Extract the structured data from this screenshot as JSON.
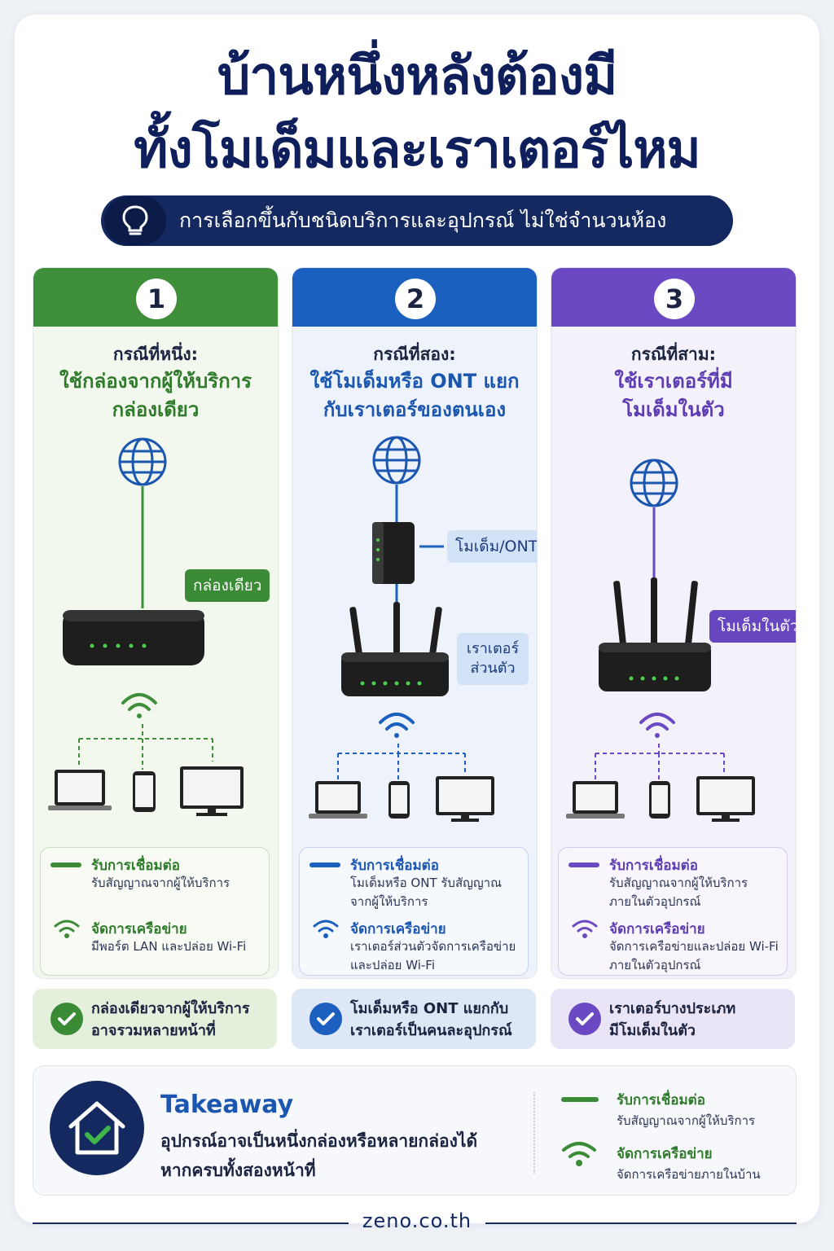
{
  "title": {
    "line1": "บ้านหนึ่งหลังต้องมี",
    "line2": "ทั้งโมเด็มและเราเตอร์ไหม"
  },
  "banner": {
    "icon": "lightbulb-icon",
    "text": "การเลือกขึ้นกับชนิดบริการและอุปกรณ์ ไม่ใช่จำนวนห้อง"
  },
  "colors": {
    "navy": "#14295f",
    "green": "#3f8f3a",
    "blue": "#1b5fbf",
    "purple": "#6b49c2"
  },
  "columns": [
    {
      "number": "1",
      "case": "กรณีที่หนึ่ง:",
      "subtitle_line1": "ใช้กล่องจากผู้ให้บริการ",
      "subtitle_line2": "กล่องเดียว",
      "tag": "กล่องเดียว",
      "info": {
        "connect_title": "รับการเชื่อมต่อ",
        "connect_text_1": "รับสัญญาณจากผู้ให้บริการ",
        "connect_text_2": "",
        "network_title": "จัดการเครือข่าย",
        "network_text_1": "มีพอร์ต LAN และปล่อย Wi-Fi",
        "network_text_2": ""
      },
      "note_line1": "กล่องเดียวจากผู้ให้บริการ",
      "note_line2": "อาจรวมหลายหน้าที่"
    },
    {
      "number": "2",
      "case": "กรณีที่สอง:",
      "subtitle_line1": "ใช้โมเด็มหรือ ONT แยก",
      "subtitle_line2": "กับเราเตอร์ของตนเอง",
      "tag_modem": "โมเด็ม/ONT",
      "tag_router_1": "เราเตอร์",
      "tag_router_2": "ส่วนตัว",
      "info": {
        "connect_title": "รับการเชื่อมต่อ",
        "connect_text_1": "โมเด็มหรือ ONT รับสัญญาณ",
        "connect_text_2": "จากผู้ให้บริการ",
        "network_title": "จัดการเครือข่าย",
        "network_text_1": "เราเตอร์ส่วนตัวจัดการเครือข่าย",
        "network_text_2": "และปล่อย Wi-Fi"
      },
      "note_line1": "โมเด็มหรือ ONT แยกกับ",
      "note_line2": "เราเตอร์เป็นคนละอุปกรณ์"
    },
    {
      "number": "3",
      "case": "กรณีที่สาม:",
      "subtitle_line1": "ใช้เราเตอร์ที่มี",
      "subtitle_line2": "โมเด็มในตัว",
      "tag": "โมเด็มในตัว",
      "info": {
        "connect_title": "รับการเชื่อมต่อ",
        "connect_text_1": "รับสัญญาณจากผู้ให้บริการ",
        "connect_text_2": "ภายในตัวอุปกรณ์",
        "network_title": "จัดการเครือข่าย",
        "network_text_1": "จัดการเครือข่ายและปล่อย Wi-Fi",
        "network_text_2": "ภายในตัวอุปกรณ์"
      },
      "note_line1": "เราเตอร์บางประเภท",
      "note_line2": "มีโมเด็มในตัว"
    }
  ],
  "takeaway": {
    "title": "Takeaway",
    "text_line1": "อุปกรณ์อาจเป็นหนึ่งกล่องหรือหลายกล่องได้",
    "text_line2": "หากครบทั้งสองหน้าที่",
    "legend": [
      {
        "icon": "connection-line-icon",
        "title": "รับการเชื่อมต่อ",
        "text": "รับสัญญาณจากผู้ให้บริการ"
      },
      {
        "icon": "wifi-icon",
        "title": "จัดการเครือข่าย",
        "text": "จัดการเครือข่ายภายในบ้าน"
      }
    ]
  },
  "footer": "zeno.co.th"
}
